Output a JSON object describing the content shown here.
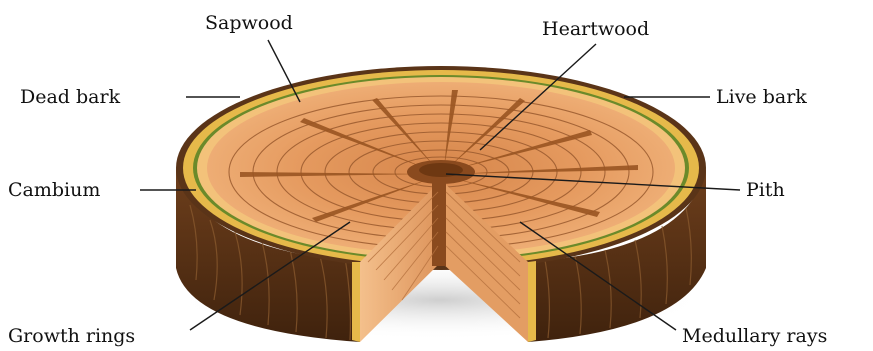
{
  "labels": {
    "sapwood": "Sapwood",
    "heartwood": "Heartwood",
    "dead_bark": "Dead bark",
    "live_bark": "Live bark",
    "cambium": "Cambium",
    "pith": "Pith",
    "growth_rings": "Growth rings",
    "medullary_rays": "Medullary rays"
  },
  "colors": {
    "background": "#ffffff",
    "outer_bark": "#5a3418",
    "inner_bark": "#e6b94a",
    "cambium": "#6b8a2a",
    "sapwood": "#e8a56d",
    "heartwood": "#d98b52",
    "ring_lines": "#9a5a2e",
    "pith": "#8a4a1e"
  }
}
